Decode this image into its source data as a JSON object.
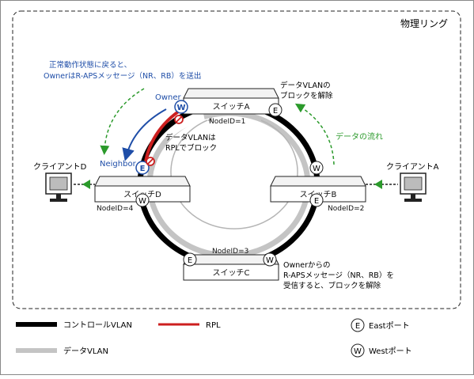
{
  "title": "物理リング",
  "switches": {
    "a": "スイッチA",
    "b": "スイッチB",
    "c": "スイッチC",
    "d": "スイッチD"
  },
  "node_ids": {
    "a": "NodeID=1",
    "b": "NodeID=2",
    "c": "NodeID=3",
    "d": "NodeID=4"
  },
  "clients": {
    "a": "クライアントA",
    "d": "クライアントD"
  },
  "port_letters": {
    "east": "E",
    "west": "W"
  },
  "roles": {
    "owner": "Owner",
    "neighbor": "Neighbor"
  },
  "annotations": {
    "owner_msg_line1": "正常動作状態に戻ると、",
    "owner_msg_line2": "OwnerはR-APSメッセージ（NR、RB）を送出",
    "unblock_line1": "データVLANの",
    "unblock_line2": "ブロックを解除",
    "data_flow": "データの流れ",
    "rpl_block_line1": "データVLANは",
    "rpl_block_line2": "RPLでブロック",
    "receive_line1": "Ownerからの",
    "receive_line2": "R-APSメッセージ（NR、RB）を",
    "receive_line3": "受信すると、ブロックを解除"
  },
  "legend": {
    "control_vlan": "コントロールVLAN",
    "data_vlan": "データVLAN",
    "rpl": "RPL",
    "east_port": "Eastポート",
    "west_port": "Westポート"
  },
  "colors": {
    "control_vlan": "#000000",
    "data_vlan": "#c4c4c4",
    "rpl": "#cc1f1f",
    "owner_arrow": "#1f4ea8",
    "data_arrow": "#2b9a2b"
  }
}
